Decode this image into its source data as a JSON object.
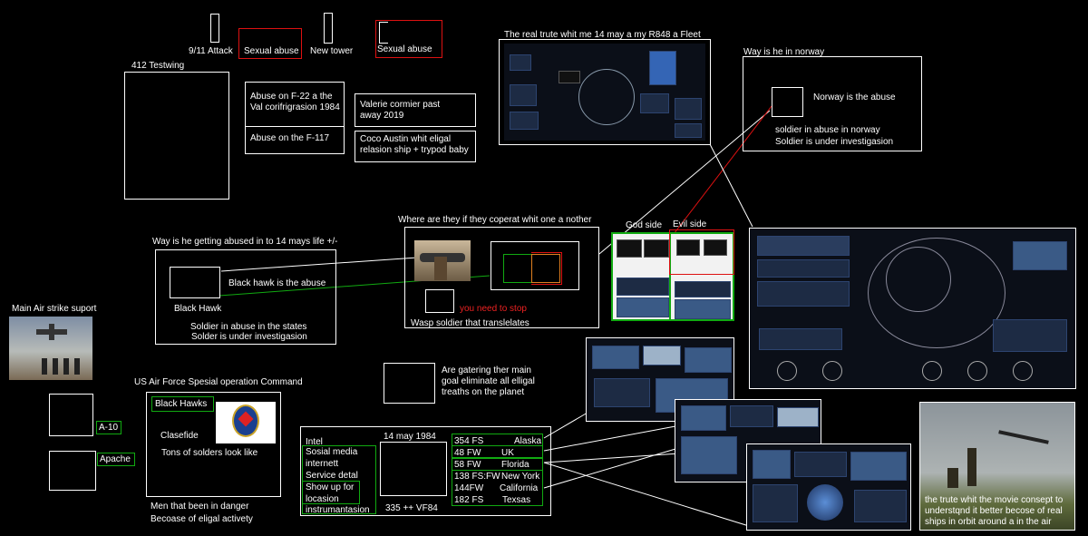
{
  "top": {
    "attack_label": "9/11 Attack",
    "abuse1": "Sexual abuse",
    "new_tower": "New tower",
    "abuse2": "Sexual abuse"
  },
  "testwing": {
    "title": "412 Testwing"
  },
  "notes": {
    "f22": "Abuse on F-22 a the Val corifrigrasion 1984",
    "f117": "Abuse on the F-117",
    "valerie": "Valerie cormier past away 2019",
    "coco": "Coco Austin whit eligal relasion ship + trypod baby"
  },
  "fleet": {
    "title": "The real trute whit me 14 may a my R848 a Fleet"
  },
  "norway": {
    "title": "Way is he in norway",
    "inner": "Norway is the abuse",
    "line1": "soldier in abuse in norway",
    "line2": "Soldier is under investigasion"
  },
  "cooperate": {
    "title": "Where are they if they coperat whit one a nother",
    "stop": "you need to stop",
    "wasp": "Wasp soldier  that translelates"
  },
  "sides": {
    "god": "God side",
    "evil": "Evil side"
  },
  "blackhawk": {
    "title": "Way is he getting abused in to  14 mays  life +/-",
    "abuse": "Black hawk is the abuse",
    "label": "Black Hawk",
    "line1": "Soldier in abuse in the states",
    "line2": "Solder is under investigasion"
  },
  "airstrike": {
    "title": "Main Air strike suport"
  },
  "aircraft": {
    "a10": "A-10",
    "apache": "Apache"
  },
  "socom": {
    "title": "US Air Force Spesial operation Command",
    "blackhawks": "Black Hawks",
    "clasefide": "Clasefide",
    "lookalike": "Tons of solders look like",
    "danger1": "Men that been in danger",
    "danger2": "Becoase of eligal activety"
  },
  "gathering": {
    "text": "Are gatering ther main goal  eliminate all elligal treaths on the planet"
  },
  "intel": {
    "title": "Intel",
    "items": [
      "Sosial media",
      "internett",
      "Service detal",
      "Show up for",
      "locasion",
      "instrumantasion"
    ],
    "date": "14 may 1984",
    "code": "335 ++ VF84"
  },
  "units": [
    {
      "unit": "354 FS",
      "place": "Alaska"
    },
    {
      "unit": "48 FW",
      "place": "UK"
    },
    {
      "unit": "58 FW",
      "place": "Florida"
    },
    {
      "unit": "138 FS:FW",
      "place": "New York"
    },
    {
      "unit": "144FW",
      "place": "California"
    },
    {
      "unit": "182 FS",
      "place": "Texsas"
    }
  ],
  "movie": {
    "text": "the trute whit the movie consept to understqnd it better becose of real ships in orbit around a in the air"
  }
}
